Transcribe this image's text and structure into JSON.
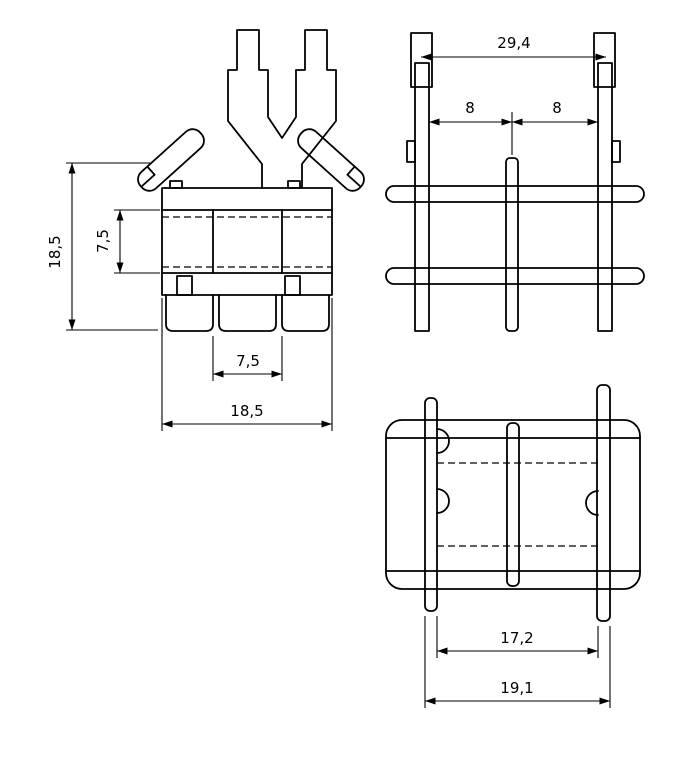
{
  "page": {
    "background_color": "#ffffff",
    "line_color": "#000000"
  },
  "drawing": {
    "kind": "technical-dimension-drawing",
    "views": [
      "front-view",
      "side-view",
      "top-view"
    ]
  },
  "dimensions": {
    "front": {
      "overall_height": "18,5",
      "window_height": "7,5",
      "window_width": "7,5",
      "overall_width": "18,5"
    },
    "side": {
      "overall_width": "29,4",
      "pin_pitch_left": "8",
      "pin_pitch_right": "8"
    },
    "top": {
      "flange_inner_width": "17,2",
      "flange_outer_width": "19,1"
    }
  }
}
